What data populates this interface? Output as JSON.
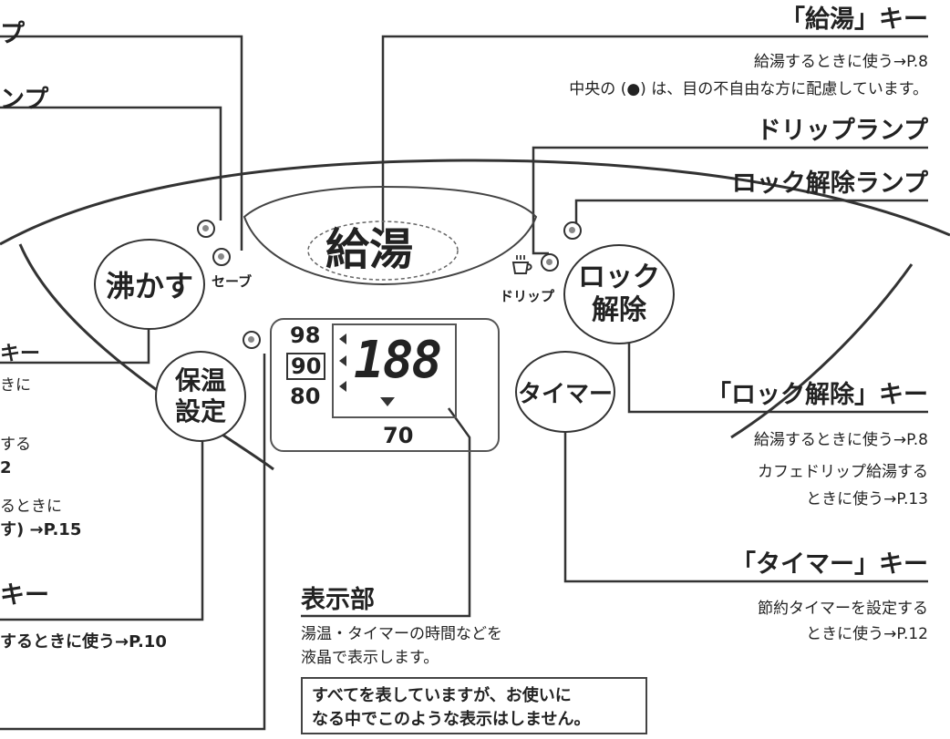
{
  "left_cut": {
    "lamp1_tail": "プ",
    "lamp2_tail": "ンプ",
    "key1_tail": "キー",
    "key1_desc1": "きに",
    "key1_desc2": "する",
    "key1_desc3": "2",
    "key1_desc4": "るときに",
    "key1_desc5": "す) →P.15",
    "key2_tail": "キー",
    "key2_desc": "するときに使う→P.10"
  },
  "supply_key": {
    "title": "「給湯」キー",
    "desc1": "給湯するときに使う→P.8",
    "desc2": "中央の (●) は、目の不自由な方に配慮しています。"
  },
  "drip_lamp": {
    "title": "ドリップランプ"
  },
  "unlock_lamp": {
    "title": "ロック解除ランプ"
  },
  "unlock_key": {
    "title": "「ロック解除」キー",
    "desc1": "給湯するときに使う→P.8",
    "desc2": "カフェドリップ給湯する",
    "desc3": "ときに使う→P.13"
  },
  "timer_key": {
    "title": "「タイマー」キー",
    "desc1": "節約タイマーを設定する",
    "desc2": "ときに使う→P.12"
  },
  "display_section": {
    "title": "表示部",
    "desc1": "湯温・タイマーの時間などを",
    "desc2": "液晶で表示します。"
  },
  "note": {
    "line1": "すべてを表していますが、お使いに",
    "line2": "なる中でこのような表示はしません。"
  },
  "panel": {
    "supply_label": "給湯",
    "boil_label": "沸かす",
    "save_label": "セーブ",
    "keep_warm_line1": "保温",
    "keep_warm_line2": "設定",
    "drip_label": "ドリップ",
    "unlock_line1": "ロック",
    "unlock_line2": "解除",
    "timer_label": "タイマー",
    "temp_98": "98",
    "temp_90": "90",
    "temp_80": "80",
    "digits": "188",
    "digit_one": "1",
    "temp_70": "70"
  }
}
